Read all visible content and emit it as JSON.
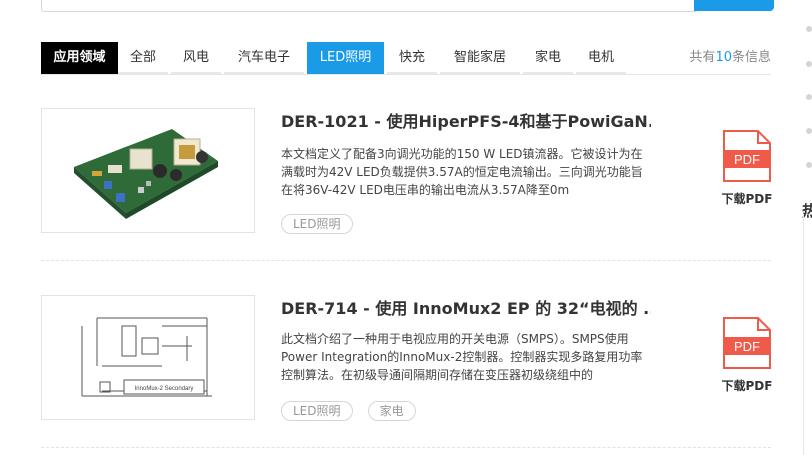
{
  "filter": {
    "heading": "应用领域",
    "tabs": [
      {
        "label": "全部"
      },
      {
        "label": "风电"
      },
      {
        "label": "汽车电子"
      },
      {
        "label": "LED照明"
      },
      {
        "label": "快充"
      },
      {
        "label": "智能家居"
      },
      {
        "label": "家电"
      },
      {
        "label": "电机"
      }
    ],
    "active_tab": "LED照明",
    "count_prefix": "共有",
    "count_value": "10",
    "count_suffix": "条信息"
  },
  "documents": [
    {
      "title": "DER-1021 - 使用HiperPFS-4和基于PowiGaN...",
      "description": "本文档定义了配备3向调光功能的150 W LED镇流器。它被设计为在满载时为42V LED负载提供3.57A的恒定电流输出。三向调光功能旨在将36V-42V LED电压串的输出电流从3.57A降至0m",
      "tags": [
        "LED照明"
      ],
      "pdf_icon_text": "PDF",
      "download_label": "下载PDF"
    },
    {
      "title": "DER-714 - 使用 InnoMux2 EP 的 32“电视的 ...",
      "description": "此文档介绍了一种用于电视应用的开关电源（SMPS）。SMPS使用Power Integration的InnoMux-2控制器。控制器实现多路复用功率控制算法。在初级导通间隔期间存储在变压器初级绕组中的",
      "tags": [
        "LED照明",
        "家电"
      ],
      "pdf_icon_text": "PDF",
      "download_label": "下载PDF",
      "schematic_label": "InnoMux-2 Secondary"
    }
  ],
  "colors": {
    "accent": "#1a9be8",
    "pdf_red": "#f05a4a",
    "heading_bg": "#000000"
  },
  "right_rail": {
    "text": "热"
  }
}
